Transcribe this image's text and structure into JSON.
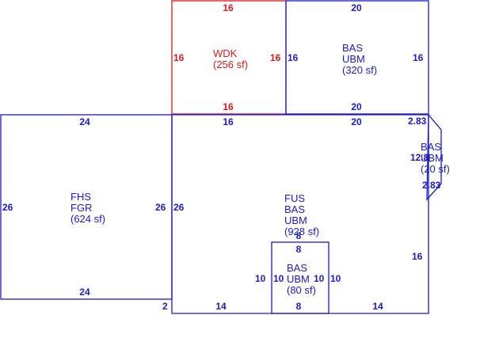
{
  "colors": {
    "main": "#1a1acc",
    "deck": "#d91a1a"
  },
  "wdk": {
    "name": "WDK",
    "area": "(256 sf)",
    "dim_top": "16",
    "dim_bottom": "16",
    "dim_left": "16",
    "dim_right": "16"
  },
  "bas_upper": {
    "l1": "BAS",
    "l2": "UBM",
    "area": "(320 sf)",
    "dim_top": "20",
    "dim_bottom": "20",
    "dim_left": "16",
    "dim_right": "16"
  },
  "fhs": {
    "l1": "FHS",
    "l2": "FGR",
    "area": "(624 sf)",
    "dim_top": "24",
    "dim_bottom": "24",
    "dim_left": "26",
    "dim_right": "26"
  },
  "fus": {
    "l1": "FUS",
    "l2": "BAS",
    "l3": "UBM",
    "area": "(928 sf)",
    "dim_top_left": "16",
    "dim_top_right": "20",
    "dim_left": "26",
    "dim_right": "16",
    "dim_bottom_left": "14",
    "dim_bottom_right": "14",
    "dim_corner": "2"
  },
  "bas_small": {
    "l1": "BAS",
    "l2": "UBM",
    "area": "(80 sf)",
    "dim_top": "8",
    "dim_top_outer": "8",
    "dim_bottom": "8",
    "dim_left_outer": "10",
    "dim_left_inner": "10",
    "dim_right_inner": "10",
    "dim_right_outer": "10"
  },
  "bas_bay": {
    "l1": "BAS",
    "l2": "UBM",
    "area": "(20 sf)",
    "dim_top": "2.83",
    "dim_bottom": "2.83",
    "dim_side": "12.8"
  }
}
